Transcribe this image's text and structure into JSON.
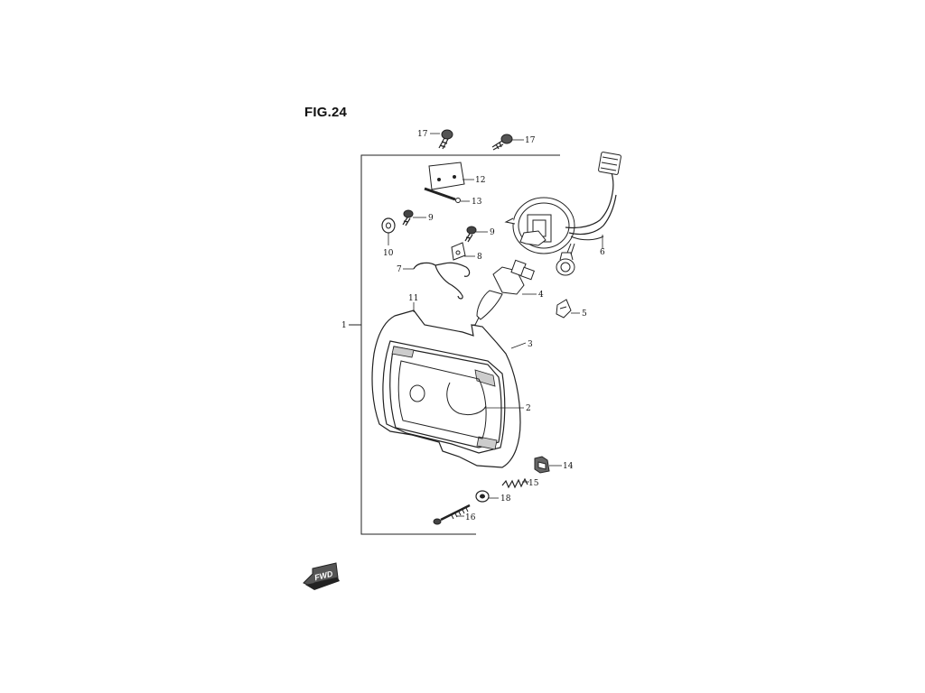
{
  "figure": {
    "title": "FIG.24"
  },
  "callouts": {
    "c1": "1",
    "c2": "2",
    "c3": "3",
    "c4": "4",
    "c5": "5",
    "c6": "6",
    "c7": "7",
    "c8": "8",
    "c9a": "9",
    "c9b": "9",
    "c10": "10",
    "c11": "11",
    "c12": "12",
    "c13": "13",
    "c14": "14",
    "c15": "15",
    "c16": "16",
    "c17a": "17",
    "c17b": "17",
    "c18": "18"
  },
  "direction_badge": {
    "label": "FWD"
  }
}
